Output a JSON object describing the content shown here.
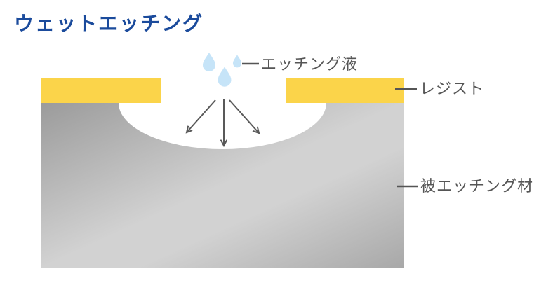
{
  "title": "ウェットエッチング",
  "labels": {
    "etchant": "エッチング液",
    "resist": "レジスト",
    "substrate": "被エッチング材"
  },
  "colors": {
    "background": "#FFFFFF",
    "title_text": "#1B4B9C",
    "label_text": "#555555",
    "resist_yellow": "#FBD44A",
    "droplet_blue": "#C6E4F8",
    "arrow_gray": "#595959",
    "material_dark": "#9B9B9B",
    "material_light": "#D2D2D2",
    "material_mid": "#A8A8A8"
  }
}
